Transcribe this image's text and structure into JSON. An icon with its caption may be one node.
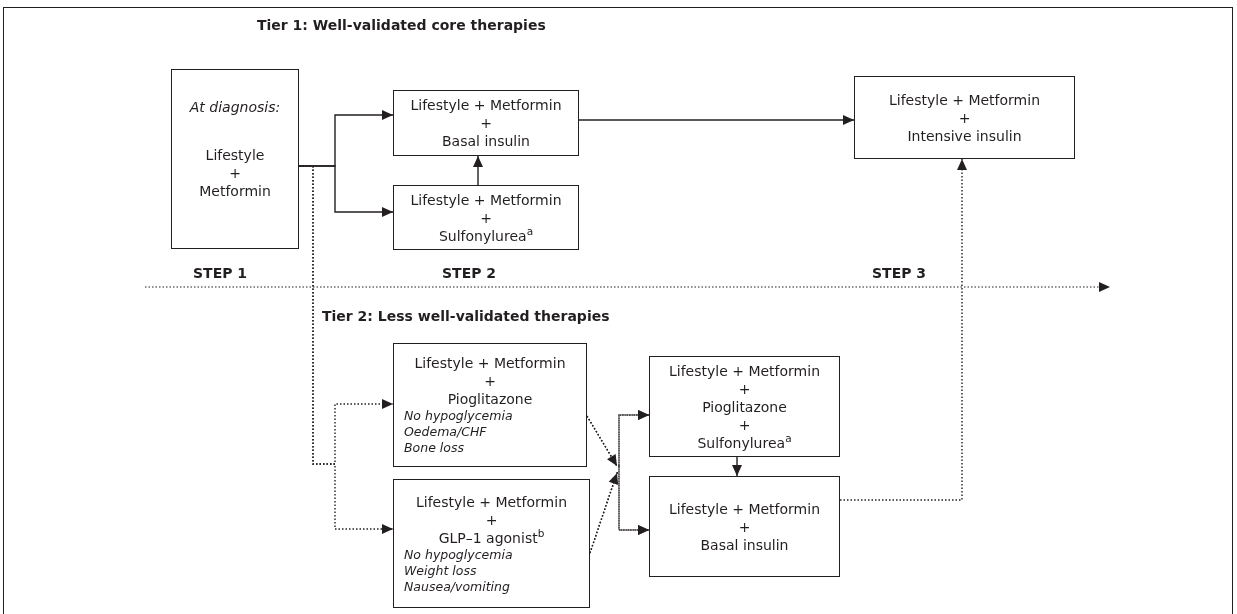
{
  "diagram": {
    "nodes": [
      {
        "text": [
          "At diagnosis:",
          "Lifestyle + Metformin"
        ]
      },
      {
        "text": [
          "Lifestyle + Metformin + Basal insulin"
        ]
      },
      {
        "text": [
          "Lifestyle + Metformin + Sulfonylurea$^{a}$"
        ]
      },
      {
        "text": [
          "Lifestyle + Metformin + Intensive insulin"
        ]
      },
      {
        "text": [
          "Lifestyle + Metformin + Pioglitazone",
          "No hypoglycemia",
          "Oedema/CHF",
          "Bone loss"
        ]
      },
      {
        "text": [
          "Lifestyle + Metformin + GLP–1 agonist$^{b}$",
          "No hypoglycemia",
          "Weight loss",
          "Nausea/vomiting"
        ]
      },
      {
        "text": [
          "Lifestyle + Metformin + Pioglitazone + Sulfonylurea$^{a}$"
        ]
      },
      {
        "text": [
          "Lifestyle + Metformin + Basal insulin"
        ]
      }
    ],
    "edges": [
      {
        "from": 0,
        "to": 1,
        "arrow": "to"
      },
      {
        "from": 0,
        "to": 2,
        "arrow": "to"
      },
      {
        "from": 2,
        "to": 1,
        "arrow": "to"
      },
      {
        "from": 1,
        "to": 3,
        "arrow": "to"
      },
      {
        "from": 0,
        "to": 4,
        "arrow": "to",
        "style": "dashed"
      },
      {
        "from": 0,
        "to": 5,
        "arrow": "to",
        "style": "dashed"
      },
      {
        "from": 4,
        "to": 6,
        "arrow": "to",
        "style": "dashed"
      },
      {
        "from": 4,
        "to": 7,
        "arrow": "to",
        "style": "dashed"
      },
      {
        "from": 5,
        "to": 6,
        "arrow": "to",
        "style": "dashed"
      },
      {
        "from": 5,
        "to": 7,
        "arrow": "to",
        "style": "dashed"
      },
      {
        "from": 6,
        "to": 7,
        "arrow": "to"
      },
      {
        "from": 7,
        "to": 3,
        "arrow": "to",
        "style": "dashed"
      }
    ],
    "labels": [
      "Tier 1: Well-validated core therapies",
      "STEP 1",
      "STEP 2",
      "STEP 3",
      "Tier 2: Less well-validated therapies"
    ]
  }
}
